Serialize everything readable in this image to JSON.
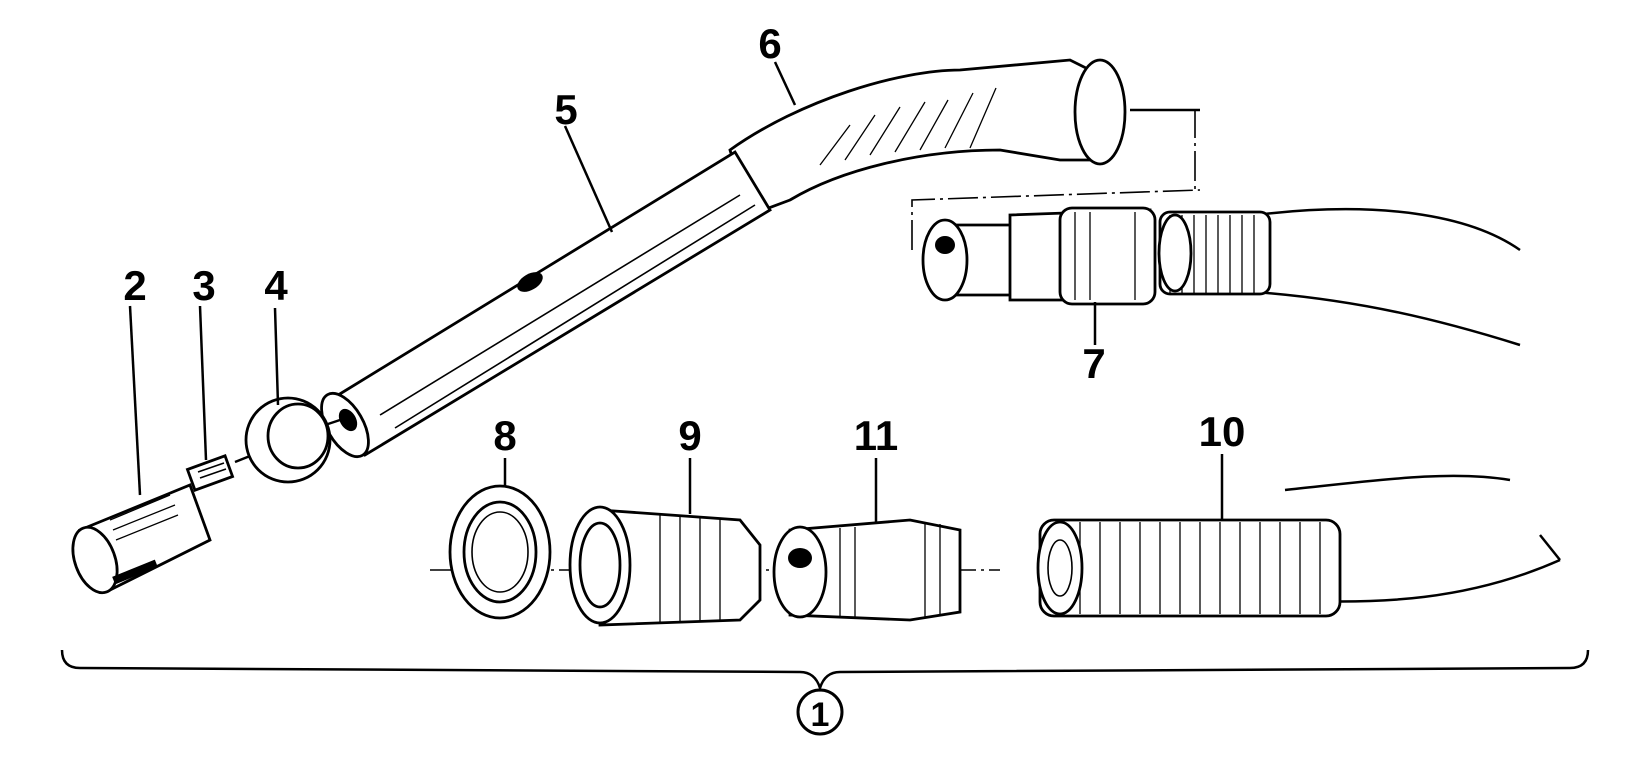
{
  "title": "",
  "parts": [
    {
      "id": "part-1",
      "label": "1"
    },
    {
      "id": "part-2",
      "label": "2"
    },
    {
      "id": "part-3",
      "label": "3"
    },
    {
      "id": "part-4",
      "label": "4"
    },
    {
      "id": "part-5",
      "label": "5"
    },
    {
      "id": "part-6",
      "label": "6"
    },
    {
      "id": "part-7",
      "label": "7"
    },
    {
      "id": "part-8",
      "label": "8"
    },
    {
      "id": "part-9",
      "label": "9"
    },
    {
      "id": "part-10",
      "label": "10"
    },
    {
      "id": "part-11",
      "label": "11"
    }
  ],
  "colors": {
    "ink": "#000000",
    "paper": "#ffffff"
  }
}
